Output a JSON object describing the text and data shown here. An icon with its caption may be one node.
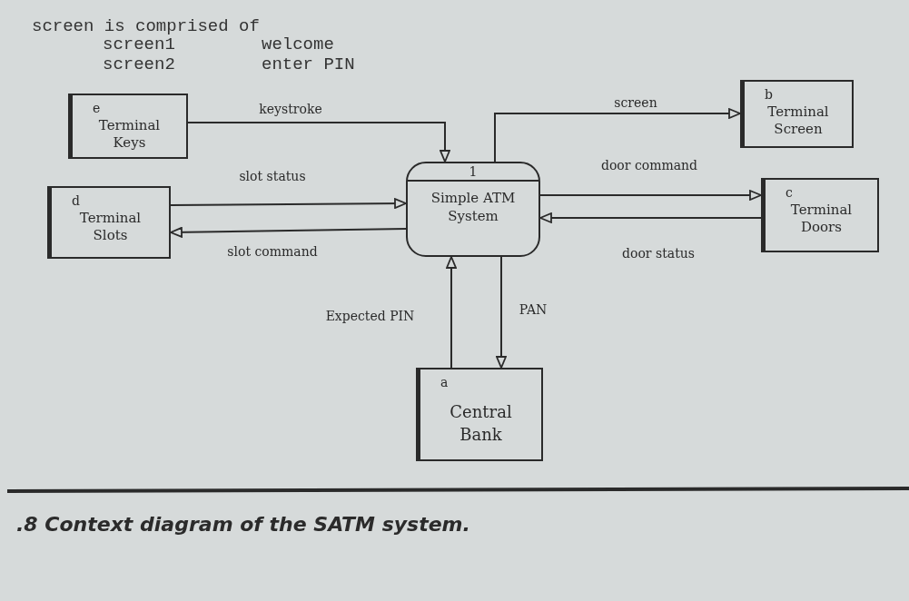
{
  "diagram": {
    "caption": ".8 Context diagram of the SATM system.",
    "nodes": [
      {
        "text": [
          "e",
          "Terminal Keys"
        ]
      },
      {
        "text": [
          "b",
          "Terminal Screen"
        ]
      },
      {
        "text": [
          "d",
          "Terminal Slots"
        ]
      },
      {
        "text": [
          "1",
          "Simple ATM System"
        ]
      },
      {
        "text": [
          "c",
          "Terminal Doors"
        ]
      },
      {
        "text": [
          "a",
          "Central Bank"
        ]
      }
    ],
    "edges": [
      {
        "from": 0,
        "to": 3,
        "arrow": "to",
        "label": "keystroke"
      },
      {
        "from": 3,
        "to": 1,
        "arrow": "to",
        "label": "screen"
      },
      {
        "from": 2,
        "to": 3,
        "arrow": "to",
        "label": "slot status"
      },
      {
        "from": 3,
        "to": 2,
        "arrow": "to",
        "label": "slot command"
      },
      {
        "from": 3,
        "to": 4,
        "arrow": "to",
        "label": "door command"
      },
      {
        "from": 4,
        "to": 3,
        "arrow": "to",
        "label": "door status"
      },
      {
        "from": 5,
        "to": 3,
        "arrow": "to",
        "label": "Expected PIN"
      },
      {
        "from": 3,
        "to": 5,
        "arrow": "to",
        "label": "PAN"
      }
    ],
    "labels": [
      "screen is comprised of",
      "screen1",
      "welcome",
      "screen2",
      "enter PIN"
    ]
  }
}
